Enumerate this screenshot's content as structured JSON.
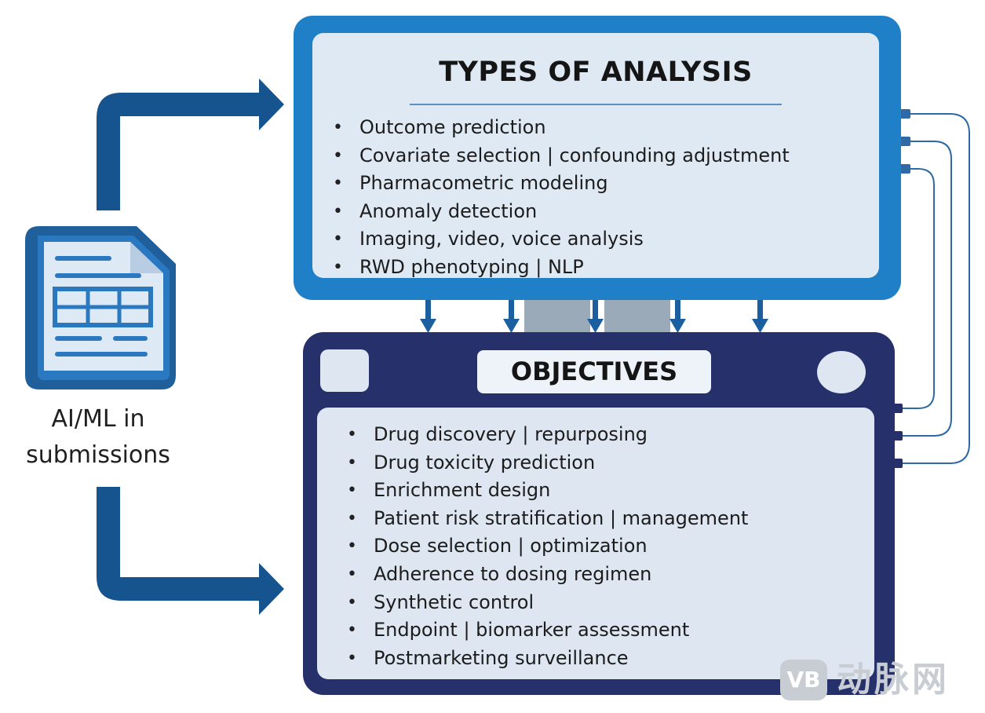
{
  "types_of_analysis": {
    "title": "TYPES OF ANALYSIS",
    "items": [
      "Outcome prediction",
      "Covariate selection | confounding adjustment",
      "Pharmacometric modeling",
      "Anomaly detection",
      "Imaging, video, voice analysis",
      "RWD phenotyping | NLP"
    ]
  },
  "objectives": {
    "title": "OBJECTIVES",
    "items": [
      "Drug discovery | repurposing",
      "Drug toxicity prediction",
      "Enrichment design",
      "Patient risk stratification | management",
      "Dose selection | optimization",
      "Adherence to dosing regimen",
      "Synthetic control",
      "Endpoint | biomarker assessment",
      "Postmarketing surveillance"
    ]
  },
  "source": {
    "label_line1": "AI/ML in",
    "label_line2": "submissions"
  },
  "watermark": {
    "badge": "VB",
    "text": "动脉网"
  },
  "colors": {
    "analysis_frame": "#1f7fc7",
    "objectives_frame": "#26306a",
    "arrow": "#16548f",
    "connector": "#2f6aa6"
  }
}
